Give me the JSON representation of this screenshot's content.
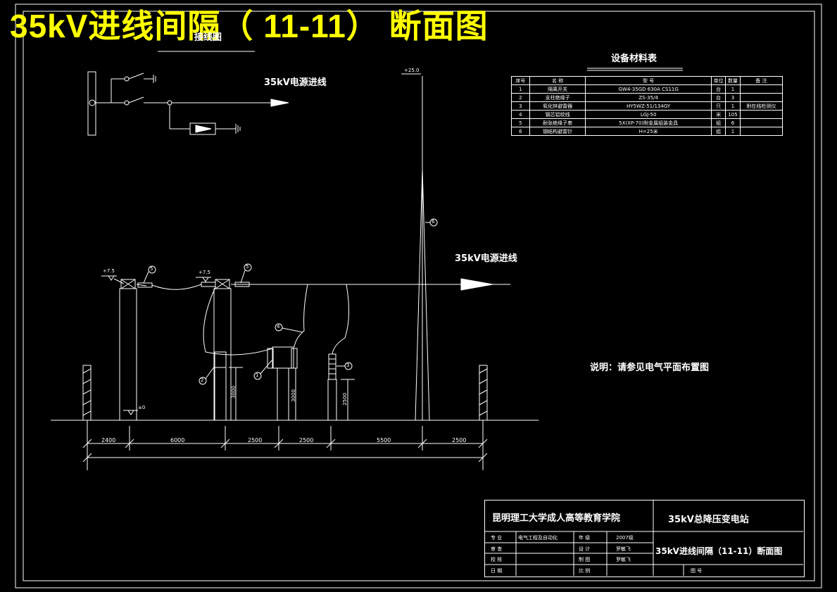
{
  "title": "35kV进线间隔（ 11-11） 断面图",
  "wiring_diagram_label": "接线图",
  "incoming_line_label": "35kV电源进线",
  "note": "说明：请参见电气平面布置图",
  "materials": {
    "title": "设备材料表",
    "headers": [
      "序号",
      "名 称",
      "型 号",
      "单位",
      "数量",
      "备 注"
    ],
    "rows": [
      [
        "1",
        "隔离开关",
        "GW4-35GD 630A CS11G",
        "台",
        "1",
        ""
      ],
      [
        "2",
        "支柱绝缘子",
        "ZS-35/4",
        "台",
        "3",
        ""
      ],
      [
        "3",
        "氧化锌避雷器",
        "HY5WZ-51/134GY",
        "只",
        "1",
        "附在线检测仪"
      ],
      [
        "4",
        "钢芯铝绞线",
        "LGJ-50",
        "米",
        "105",
        ""
      ],
      [
        "5",
        "耐张绝缘子串",
        "5X(XP-70)附金属组装金具",
        "组",
        "6",
        ""
      ],
      [
        "6",
        "钢结构避雷针",
        "H=25米",
        "组",
        "1",
        ""
      ]
    ]
  },
  "elevations": {
    "e1": "+7.5",
    "e2": "+7.5",
    "e3": "+25.0",
    "e4": "±0"
  },
  "heights": [
    "3000",
    "3000",
    "2500"
  ],
  "dimensions": [
    "2400",
    "6000",
    "2500",
    "2500",
    "5500",
    "2500"
  ],
  "callouts": [
    "1",
    "2",
    "3",
    "4",
    "5",
    "5",
    "6"
  ],
  "title_block": {
    "school": "昆明理工大学成人高等教育学院",
    "project": "35kV总降压变电站",
    "drawing_name": "35kV进线间隔（11-11）断面图",
    "labels": {
      "major": "专 业",
      "review": "审 查",
      "check": "校 核",
      "date": "日 期",
      "grade": "年 级",
      "design": "设 计",
      "draw": "制 图",
      "scale": "比 例",
      "sheet": "图 号"
    },
    "values": {
      "major": "电气工程及自动化",
      "grade": "2007级",
      "design": "罗敏飞",
      "draw": "罗敏飞"
    }
  }
}
